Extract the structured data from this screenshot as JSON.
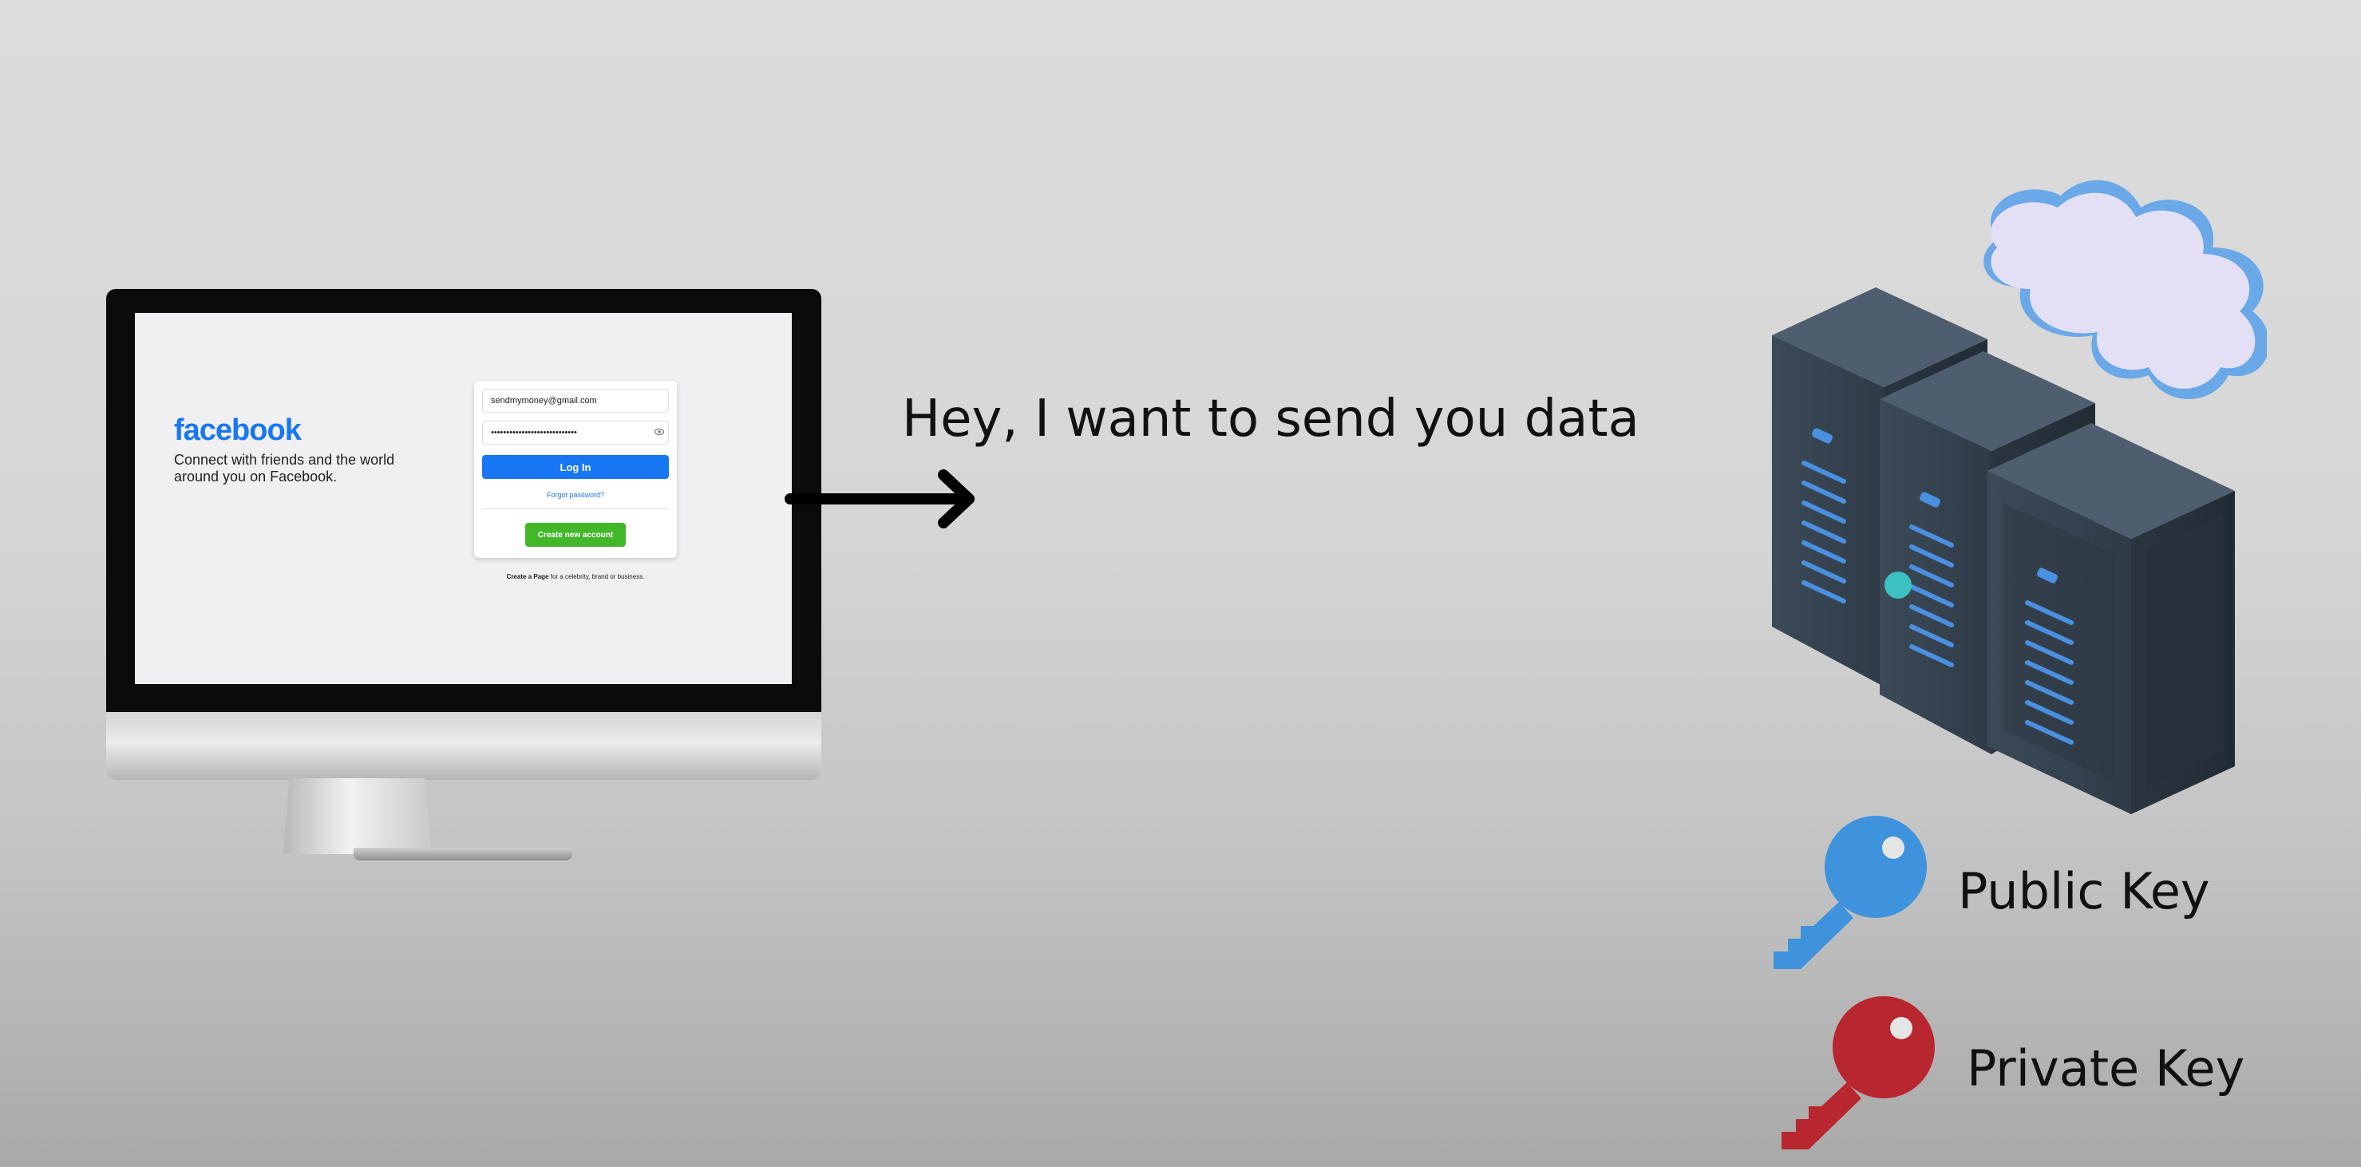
{
  "login_screen": {
    "brand": "facebook",
    "tagline": "Connect with friends and the world around you on Facebook.",
    "email_value": "sendmymoney@gmail.com",
    "password_value": "••••••••••••••••••••••••••••",
    "login_label": "Log In",
    "forgot_label": "Forgot password?",
    "create_account_label": "Create new account",
    "create_page_bold": "Create a Page",
    "create_page_rest": " for a celebrity, brand or business.",
    "colors": {
      "brand": "#1877f2",
      "create": "#42b72a"
    }
  },
  "message": "Hey, I want to send you data",
  "keys": {
    "public_label": "Public Key",
    "private_label": "Private Key",
    "public_color": "#3f93dc",
    "private_color": "#b8262f"
  },
  "icons": [
    "monitor-icon",
    "arrow-icon",
    "server-cloud-icon",
    "public-key-icon",
    "private-key-icon",
    "eye-icon"
  ]
}
